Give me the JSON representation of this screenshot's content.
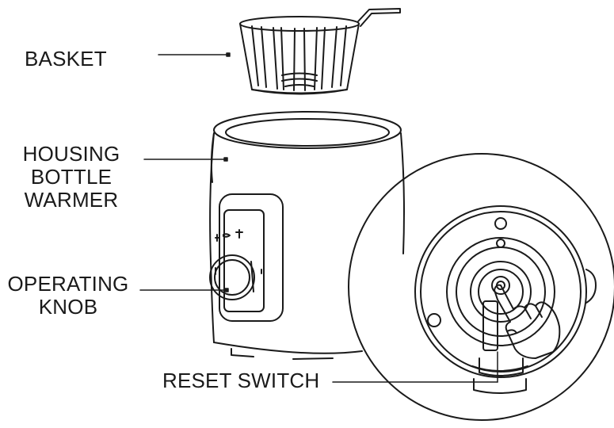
{
  "diagram": {
    "line_color": "#1a1a1a",
    "background": "#ffffff",
    "labels": {
      "basket": "BASKET",
      "housing": [
        "HOUSING",
        "BOTTLE",
        "WARMER"
      ],
      "operating_knob": [
        "OPERATING",
        "KNOB"
      ],
      "reset_switch": "RESET SWITCH"
    },
    "icons": {
      "basket": "basket-icon",
      "housing": "warmer-housing-icon",
      "knob": "operating-knob-icon",
      "detail": "reset-switch-detail-icon",
      "hand": "pointing-hand-icon"
    }
  }
}
